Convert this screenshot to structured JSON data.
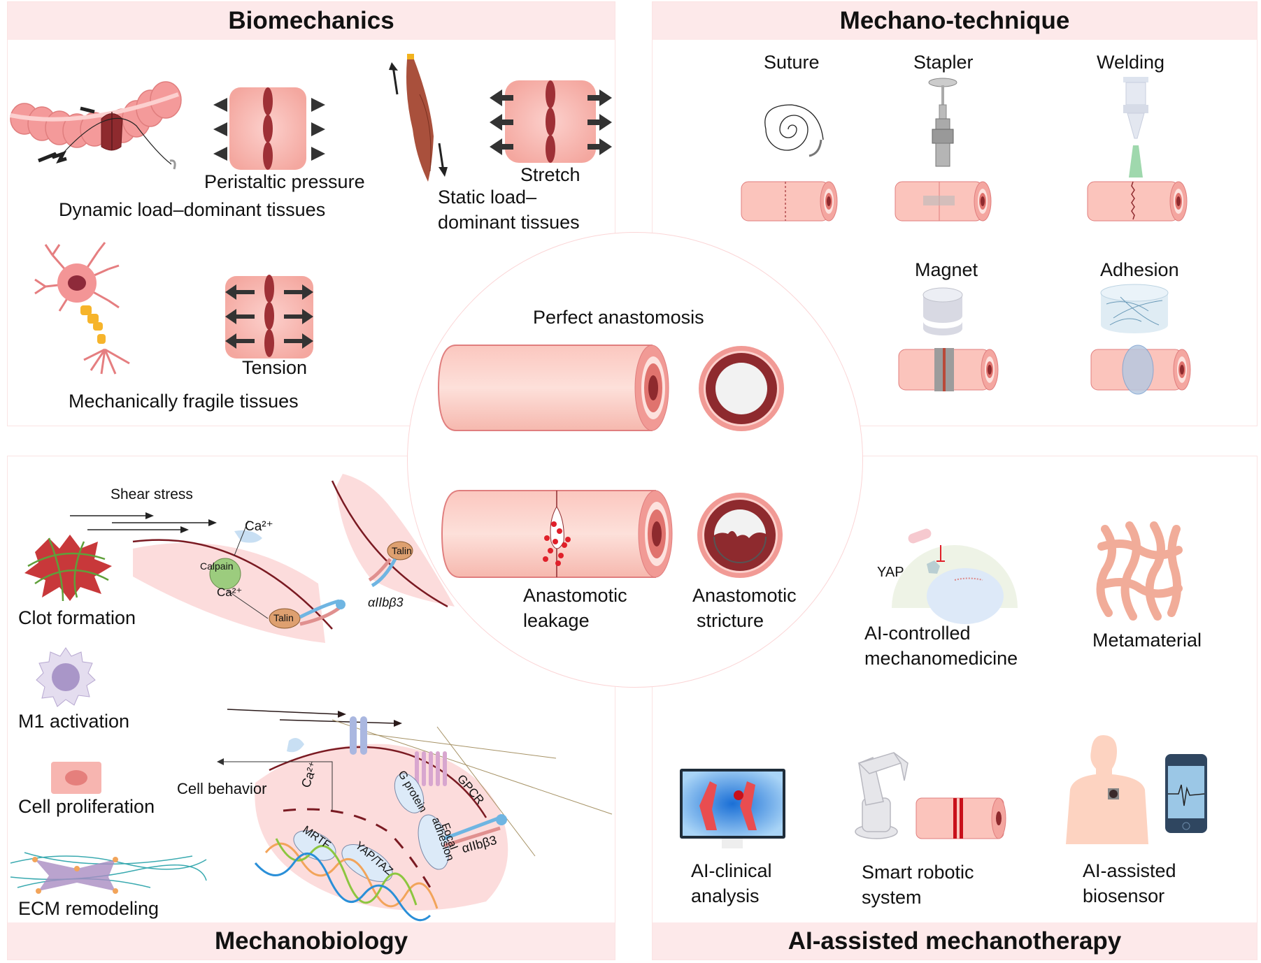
{
  "sections": {
    "biomechanics": {
      "title": "Biomechanics",
      "labels": {
        "peristaltic_pressure": "Peristaltic pressure",
        "dynamic_load": "Dynamic load–dominant tissues",
        "stretch": "Stretch",
        "static_load_line1": "Static load–",
        "static_load_line2": "dominant tissues",
        "tension": "Tension",
        "fragile": "Mechanically fragile tissues"
      }
    },
    "mechano_technique": {
      "title": "Mechano-technique",
      "items": [
        "Suture",
        "Stapler",
        "Welding",
        "Magnet",
        "Adhesion"
      ]
    },
    "mechanobiology": {
      "title": "Mechanobiology",
      "labels": {
        "shear_stress": "Shear stress",
        "clot_formation": "Clot formation",
        "m1_activation": "M1 activation",
        "cell_proliferation": "Cell proliferation",
        "ecm_remodeling": "ECM remodeling",
        "cell_behavior": "Cell behavior"
      },
      "molecules": {
        "ca_top": "Ca²⁺",
        "calpain": "Calpain",
        "ca_nucleus": "Ca²⁺",
        "talin": "Talin",
        "integrin": "αIIbβ3",
        "g_protein": "G protein",
        "gpcr": "GPCR",
        "focal_adhesion_line1": "Focal",
        "focal_adhesion_line2": "adhesion",
        "mrtf": "MRTF",
        "yap_taz": "YAP/TAZ",
        "ca_lower": "Ca²⁺"
      }
    },
    "ai_mechanotherapy": {
      "title": "AI-assisted mechanotherapy",
      "labels": {
        "ai_controlled_line1": "AI-controlled",
        "ai_controlled_line2": "mechanomedicine",
        "yap": "YAP",
        "metamaterial": "Metamaterial",
        "ai_clinical_line1": "AI-clinical",
        "ai_clinical_line2": "analysis",
        "robotic_line1": "Smart robotic",
        "robotic_line2": "system",
        "biosensor_line1": "AI-assisted",
        "biosensor_line2": "biosensor"
      }
    },
    "center": {
      "perfect": "Perfect anastomosis",
      "leakage_line1": "Anastomotic",
      "leakage_line2": "leakage",
      "stricture_line1": "Anastomotic",
      "stricture_line2": "stricture"
    }
  },
  "colors": {
    "header_bg": "#fde9ea",
    "tissue_pink": "#f6b8ae",
    "vessel_dark": "#8e2a2e",
    "blood_red": "#e0202a"
  }
}
